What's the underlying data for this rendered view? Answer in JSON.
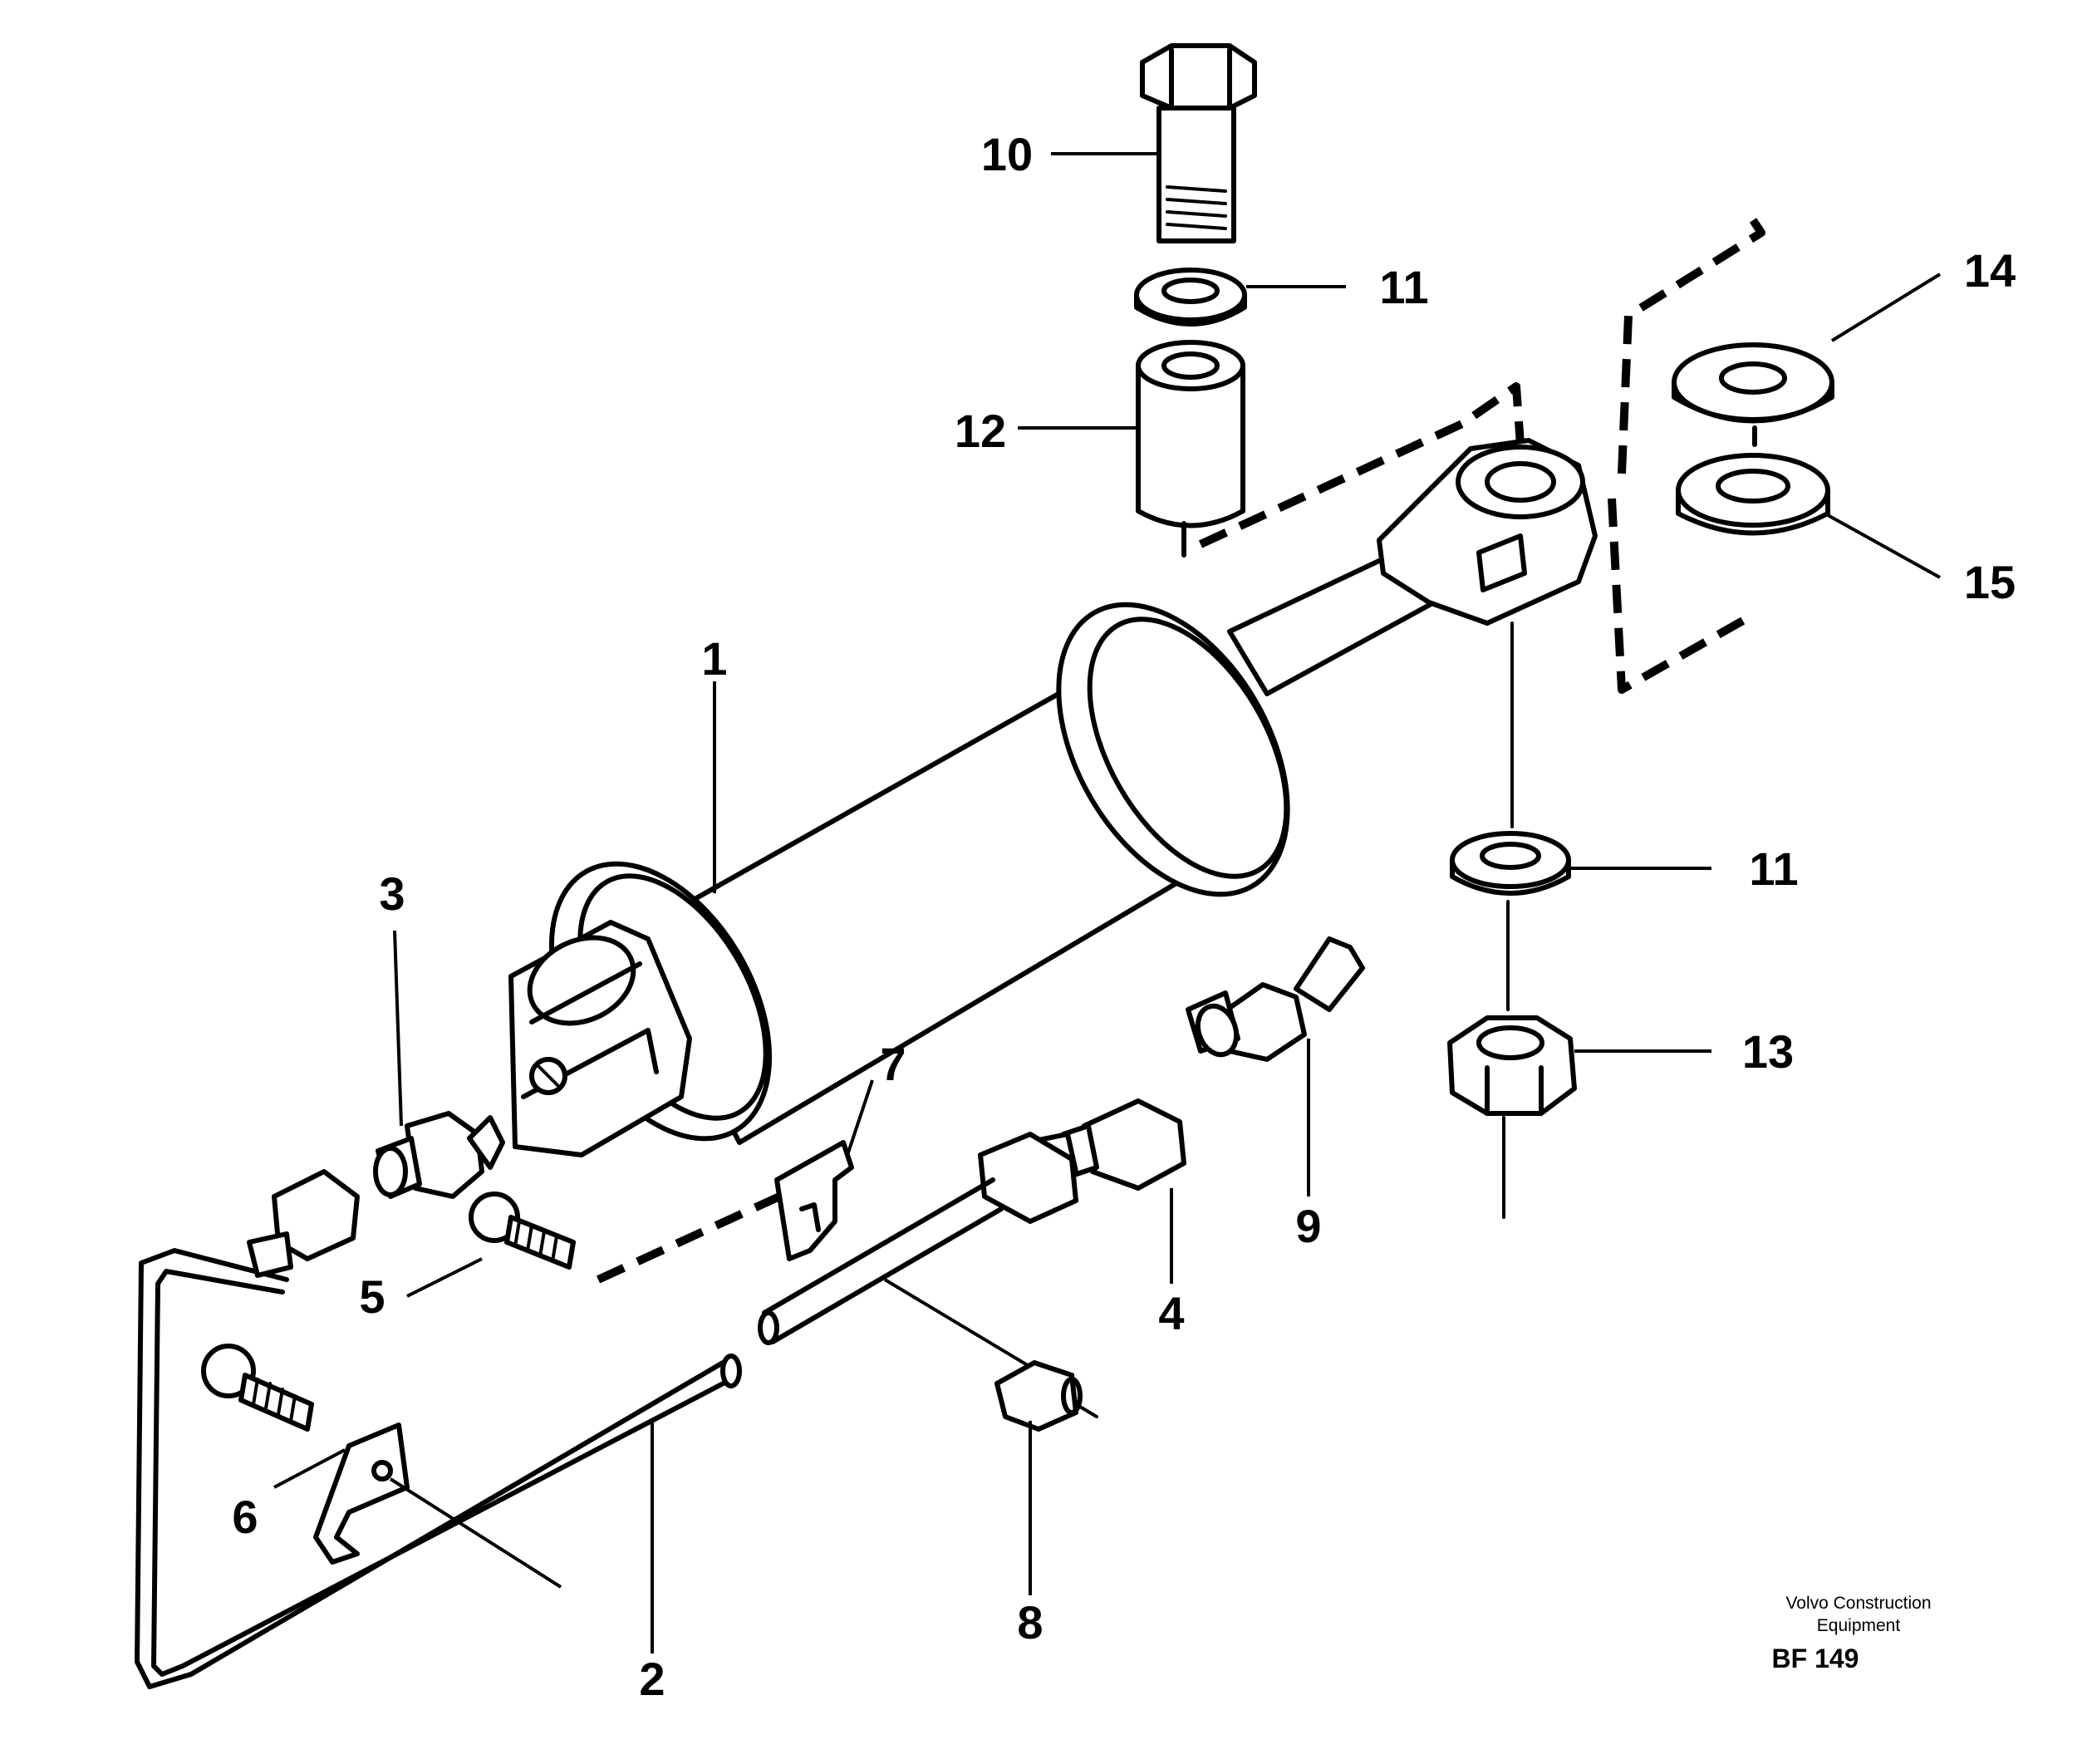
{
  "callouts": [
    {
      "id": "1",
      "label": "1"
    },
    {
      "id": "2",
      "label": "2"
    },
    {
      "id": "3",
      "label": "3"
    },
    {
      "id": "4",
      "label": "4"
    },
    {
      "id": "5",
      "label": "5"
    },
    {
      "id": "6",
      "label": "6"
    },
    {
      "id": "7",
      "label": "7"
    },
    {
      "id": "8",
      "label": "8"
    },
    {
      "id": "9",
      "label": "9"
    },
    {
      "id": "10",
      "label": "10"
    },
    {
      "id": "11a",
      "label": "11"
    },
    {
      "id": "11b",
      "label": "11"
    },
    {
      "id": "12",
      "label": "12"
    },
    {
      "id": "13",
      "label": "13"
    },
    {
      "id": "14",
      "label": "14"
    },
    {
      "id": "15",
      "label": "15"
    }
  ],
  "footer": {
    "maker_line1": "Volvo Construction",
    "maker_line2": "Equipment",
    "code": "BF 149"
  }
}
